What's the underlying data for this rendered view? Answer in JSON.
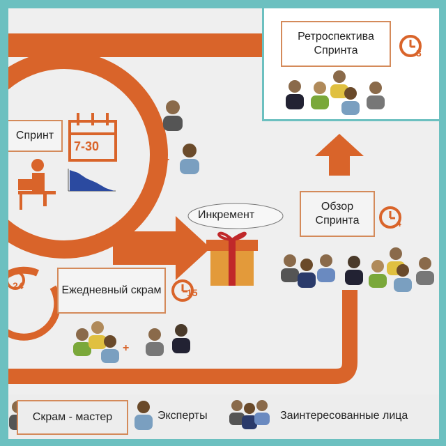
{
  "sprint": {
    "label": "Спринт",
    "duration": "7-30"
  },
  "daily_scrum": {
    "label": "Ежедневный скрам",
    "timer": "15",
    "cycle": "24"
  },
  "increment": {
    "label": "Инкремент"
  },
  "review": {
    "label": "Обзор Спринта",
    "timer": "4"
  },
  "retrospective": {
    "label": "Ретроспектива Спринта",
    "timer": "3"
  },
  "legend": {
    "scrum_master": "Скрам - мастер",
    "experts": "Эксперты",
    "stakeholders": "Заинтересованные лица"
  },
  "colors": {
    "accent": "#d9642a",
    "background": "#efefef",
    "frame": "#6cc0c0",
    "burndown": "#2b4aa0"
  }
}
